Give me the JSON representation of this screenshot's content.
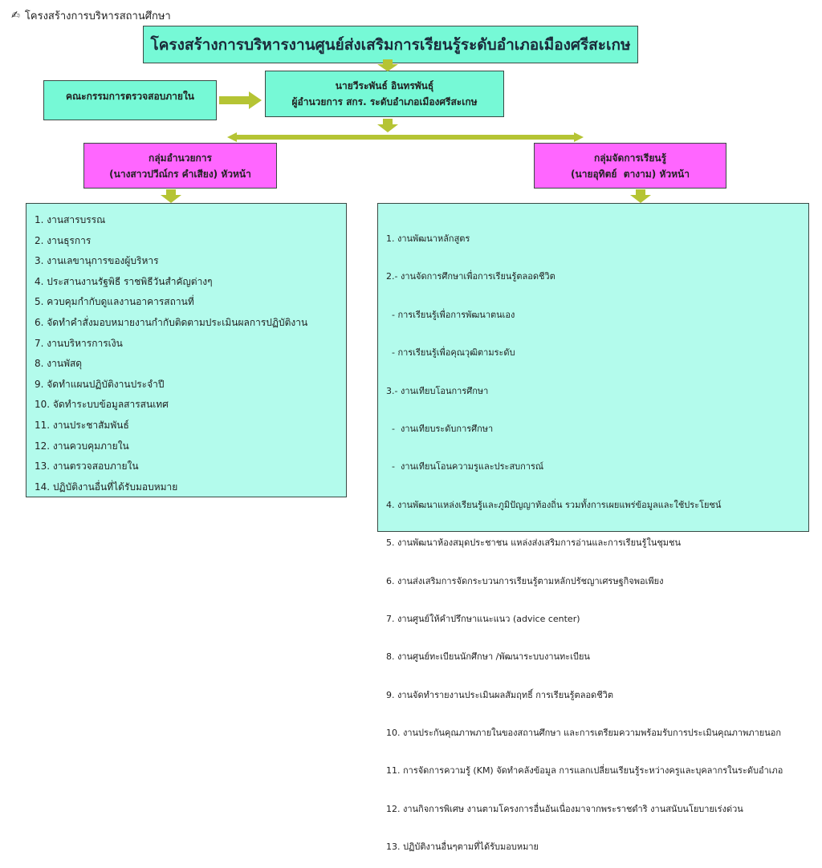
{
  "page_heading": "โครงสร้างการบริหารสถานศึกษา",
  "heading_icon": "pencil-hand-icon",
  "colors": {
    "title_box": "#76f9d6",
    "group_box": "#ff66ff",
    "list_box": "#b3fbec",
    "arrow": "#b5c434"
  },
  "title": "โครงสร้างการบริหารงานศูนย์ส่งเสริมการเรียนรู้ระดับอำเภอเมืองศรีสะเกษ",
  "director": {
    "name": "นายวีระพันธ์ อินทรพันธุ์",
    "position": "ผู้อำนวยการ สกร. ระดับอำเภอเมืองศรีสะเกษ"
  },
  "committee": "คณะกรรมการตรวจสอบภายใน",
  "left_group": {
    "name": "กลุ่มอำนวยการ",
    "head": "(นางสาวปวีณ์กร คำเสียง) หัวหน้า",
    "items": [
      "1. งานสารบรรณ",
      "2. งานธุรการ",
      "3. งานเลขานุการของผู้บริหาร",
      "4. ประสานงานรัฐพิธี ราชพิธีวันสำคัญต่างๆ",
      "5. ควบคุมกำกับดูแลงานอาคารสถานที่",
      "6. จัดทำคำสั่งมอบหมายงานกำกับติดตามประเมินผลการปฏิบัติงาน",
      "7. งานบริหารการเงิน",
      "8. งานพัสดุ",
      "9. จัดทำแผนปฏิบัติงานประจำปี",
      "10. จัดทำระบบข้อมูลสารสนเทศ",
      "11. งานประชาสัมพันธ์",
      "12. งานควบคุมภายใน",
      "13. งานตรวจสอบภายใน",
      "14. ปฏิบัติงานอื่นที่ได้รับมอบหมาย"
    ]
  },
  "right_group": {
    "name": "กลุ่มจัดการเรียนรู้",
    "head": "(นายอุทิตย์  ตางาม) หัวหน้า",
    "items": [
      "1. งานพัฒนาหลักสูตร",
      "2.- งานจัดการศึกษาเพื่อการเรียนรู้ตลอดชีวิต",
      "  - การเรียนรู้เพื่อการพัฒนาตนเอง",
      "  - การเรียนรู้เพื่อคุณวุฒิตามระดับ",
      "3.- งานเทียบโอนการศึกษา",
      "  -  งานเทียบระดับการศึกษา",
      "  -  งานเทียนโอนความรูและประสบการณ์",
      "4. งานพัฒนาแหล่งเรียนรู้และภูมิปัญญาท้องถิ่น รวมทั้งการเผยแพร่ข้อมูลและใช้ประโยชน์",
      "5. งานพัฒนาห้องสมุดประชาชน แหล่งส่งเสริมการอ่านและการเรียนรู้ในชุมชน",
      "6. งานส่งเสริมการจัดกระบวนการเรียนรู้ตามหลักปรัชญาเศรษฐกิจพอเพียง",
      "7. งานศูนย์ให้คำปรึกษาแนะแนว (advice center)",
      "8. งานศูนย์ทะเบียนนักศึกษา /พัฒนาระบบงานทะเบียน",
      "9. งานจัดทำรายงานประเมินผลสัมฤทธิ์ การเรียนรู้ตลอดชีวิต",
      "10. งานประกันคุณภาพภายในของสถานศึกษา และการเตรียมความพร้อมรับการประเมินคุณภาพภายนอก",
      "11. การจัดการความรู้ (KM) จัดทำคลังข้อมูล การแลกเปลี่ยนเรียนรู้ระหว่างครูและบุคลากรในระดับอำเภอ",
      "12. งานกิจการพิเศษ งานตามโครงการอื่นอันเนื่องมาจากพระราชดำริ งานสนับนโยบายเร่งด่วน",
      "13. ปฏิบัติงานอื่นๆตามที่ได้รับมอบหมาย"
    ]
  }
}
